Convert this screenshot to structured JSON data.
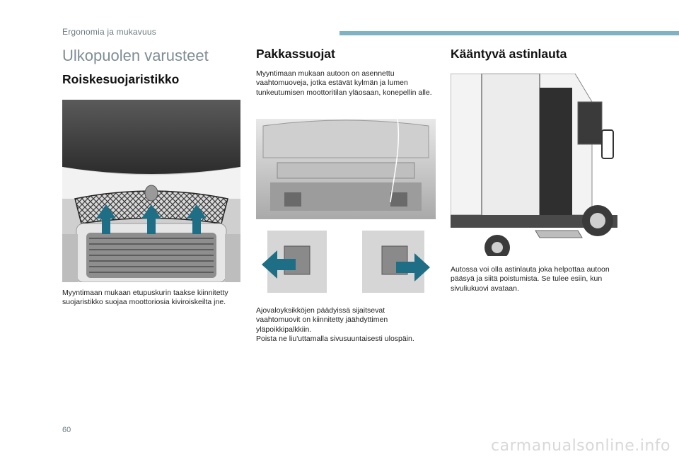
{
  "header": {
    "section": "Ergonomia ja mukavuus"
  },
  "page": {
    "title": "Ulkopuolen varusteet",
    "number": "60"
  },
  "col1": {
    "heading": "Roiskesuojaristikko",
    "text": "Myyntimaan mukaan etupuskurin taakse kiinnitetty suojaristikko suojaa moottoriosia kiviroiskeilta jne."
  },
  "col2": {
    "heading": "Pakkassuojat",
    "text1": "Myyntimaan mukaan autoon on asennettu vaahtomuoveja, jotka estävät kylmän ja lumen tunkeutumisen moottoritilan yläosaan, konepellin alle.",
    "text2": "Ajovaloyksikköjen päädyissä sijaitsevat\nvaahtomuovit on kiinnitetty jäähdyttimen\nyläpoikkipalkkiin.\nPoista ne liu'uttamalla sivusuuntaisesti ulospäin."
  },
  "col3": {
    "heading": "Kääntyvä astinlauta",
    "text": "Autossa voi olla astinlauta joka helpottaa autoon pääsyä ja siitä poistumista. Se tulee esiin, kun sivuliukuovi avataan."
  },
  "watermark": "carmanualsonline.info",
  "colors": {
    "accent_bar": "#7fb2c2",
    "arrow": "#1e6f86"
  }
}
